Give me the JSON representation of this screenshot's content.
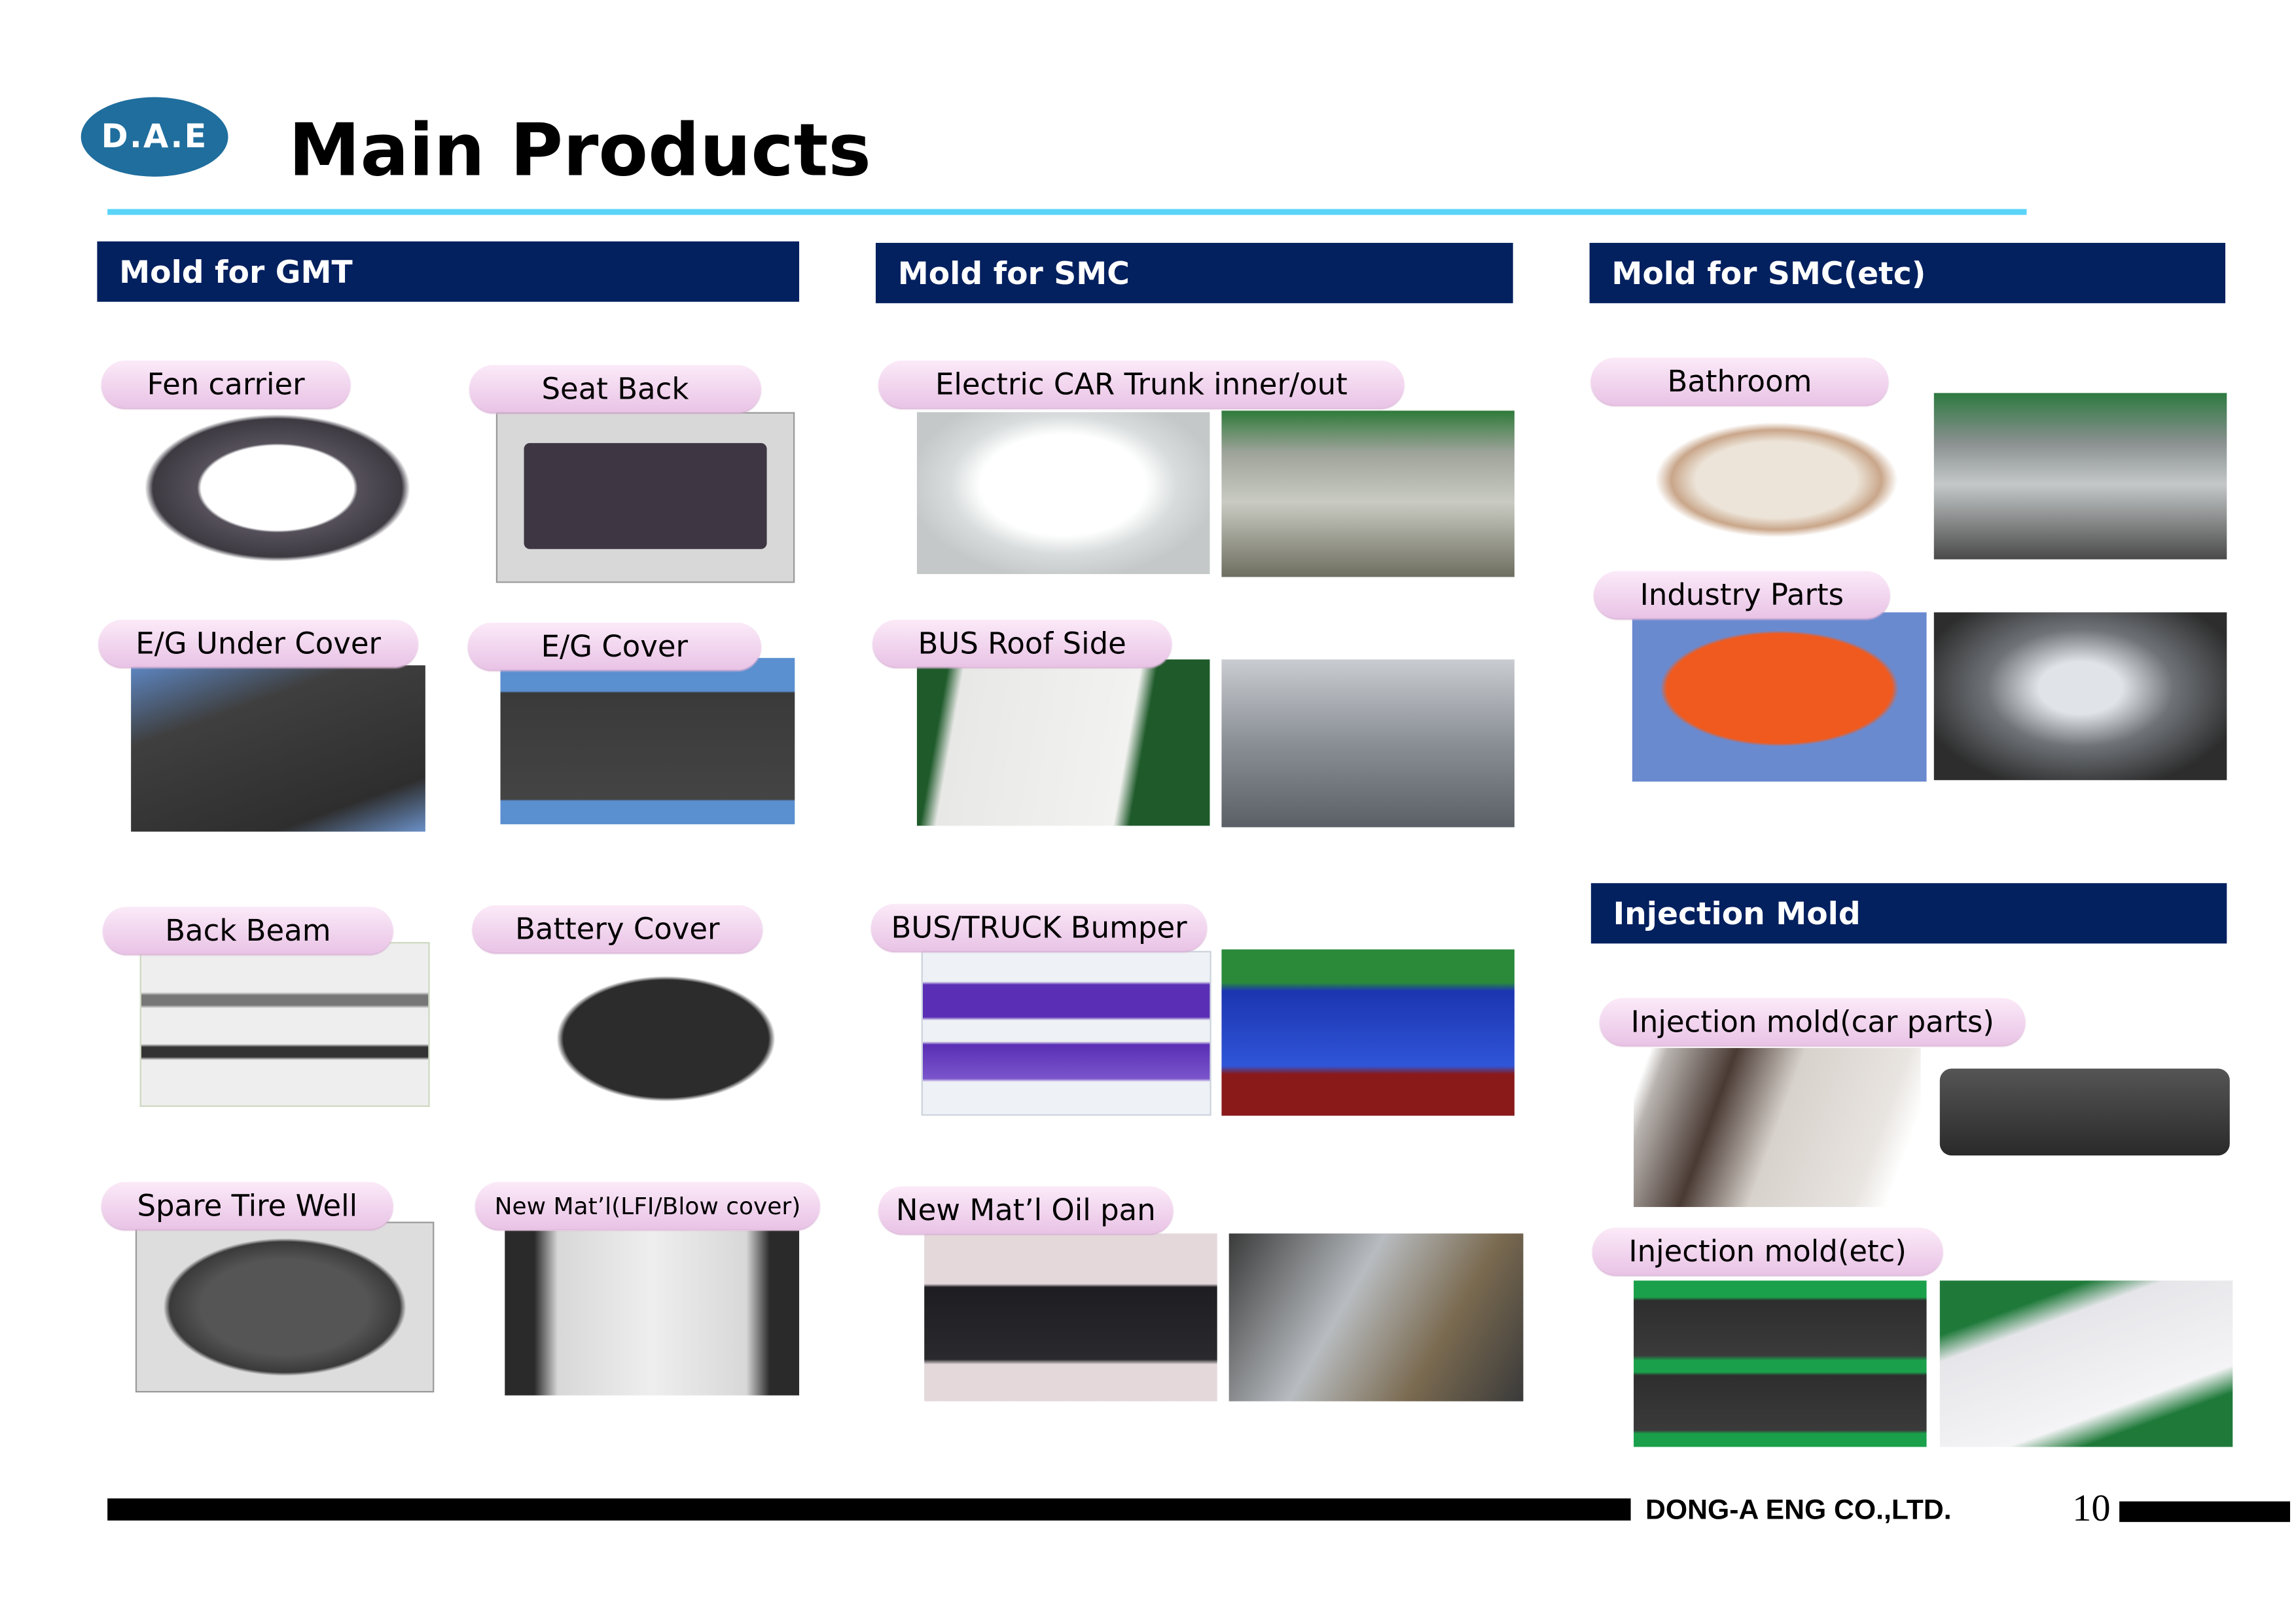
{
  "header": {
    "logo": "D.A.E",
    "title": "Main Products"
  },
  "sections": {
    "gmt": {
      "title": "Mold for GMT",
      "items": [
        "Fen carrier",
        "Seat Back",
        "E/G Under Cover",
        "E/G Cover",
        "Back Beam",
        "Battery Cover",
        "Spare Tire Well",
        "New Mat’l(LFI/Blow cover)"
      ]
    },
    "smc": {
      "title": "Mold for SMC",
      "items": [
        "Electric CAR Trunk inner/out",
        "BUS Roof Side",
        "BUS/TRUCK Bumper",
        "New Mat’l Oil pan"
      ]
    },
    "smc_etc": {
      "title": "Mold for SMC(etc)",
      "items": [
        "Bathroom",
        "Industry Parts"
      ]
    },
    "injection": {
      "title": "Injection Mold",
      "items": [
        "Injection mold(car parts)",
        "Injection mold(etc)"
      ]
    }
  },
  "footer": {
    "company": "DONG-A ENG CO.,LTD.",
    "page": "10"
  }
}
